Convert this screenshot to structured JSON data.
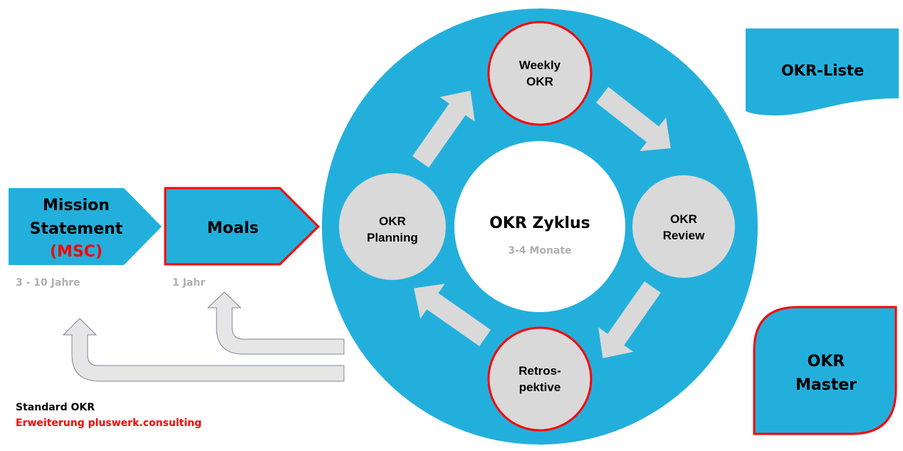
{
  "colors": {
    "blue": "#23afdc",
    "red": "#ff0000",
    "gray": "#d9d9d9",
    "light_text": "#b0b0b0"
  },
  "mission": {
    "line1": "Mission",
    "line2": "Statement",
    "line3": "(MSC)",
    "duration": "3 - 10 Jahre"
  },
  "moals": {
    "label": "Moals",
    "duration": "1 Jahr"
  },
  "cycle": {
    "title": "OKR Zyklus",
    "subtitle": "3-4 Monate",
    "weekly": {
      "line1": "Weekly",
      "line2": "OKR"
    },
    "review": {
      "line1": "OKR",
      "line2": "Review"
    },
    "retro": {
      "line1": "Retros-",
      "line2": "pektive"
    },
    "planning": {
      "line1": "OKR",
      "line2": "Planning"
    }
  },
  "okr_liste": {
    "label": "OKR-Liste"
  },
  "okr_master": {
    "line1": "OKR",
    "line2": "Master"
  },
  "legend": {
    "standard": "Standard OKR",
    "extension": "Erweiterung pluswerk.consulting"
  }
}
